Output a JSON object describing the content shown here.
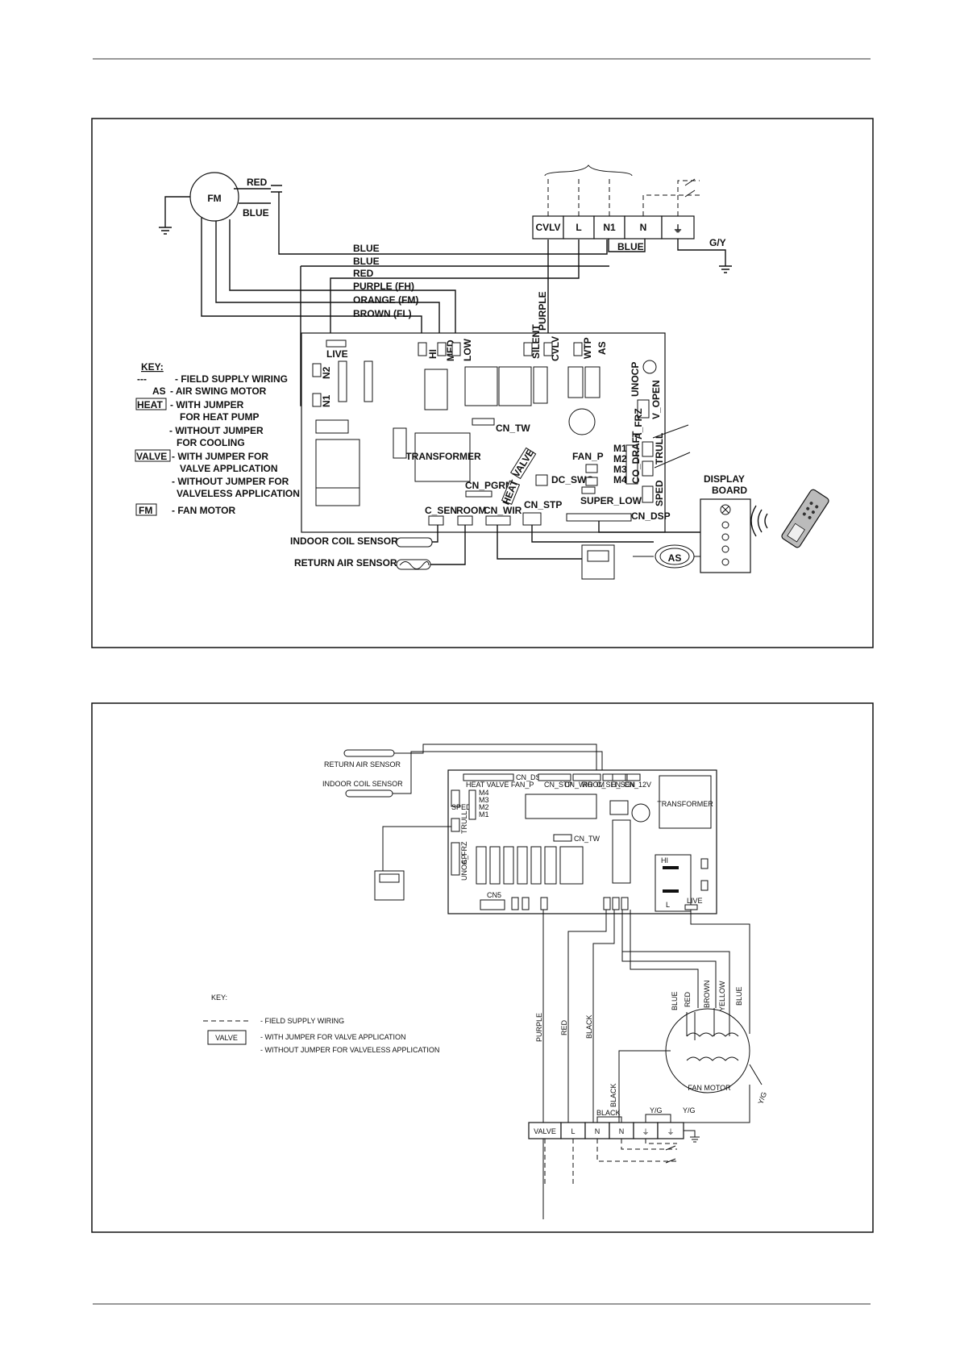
{
  "diagram1": {
    "fan_motor": "FM",
    "motor_wires": {
      "red": "RED",
      "blue": "BLUE"
    },
    "terminals": [
      "CVLV",
      "L",
      "N1",
      "N",
      "⏚"
    ],
    "terminal_bridge_label": "BLUE",
    "earth_label": "G/Y",
    "wire_labels": [
      "BLUE",
      "BLUE",
      "RED",
      "PURPLE (FH)",
      "ORANGE (FM)",
      "BROWN (FL)"
    ],
    "vertical_wire_label": "PURPLE",
    "board_labels": {
      "live": "LIVE",
      "n2": "N2",
      "n1": "N1",
      "hi": "HI",
      "med": "MED",
      "low": "LOW",
      "silent": "SILENT",
      "cvlv": "CVLV",
      "wtp": "WTP",
      "as": "AS",
      "cn_tw": "CN_TW",
      "transformer": "TRANSFORMER",
      "cn_pgrm": "CN_PGRM",
      "valve": "VALVE",
      "heat": "HEAT",
      "dc_swg": "DC_SWG",
      "fan_p": "FAN_P",
      "m1": "M1",
      "m2": "M2",
      "m3": "M3",
      "m4": "M4",
      "super_low": "SUPER_LOW",
      "c_sen": "C_SEN",
      "room": "ROOM",
      "cn_wir": "CN_WIR",
      "cn_stp": "CN_STP",
      "cn_dsp": "CN_DSP",
      "unocp": "UNOCP",
      "v_open": "V_OPEN",
      "a_frz": "A_FRZ",
      "trull": "TRULL",
      "co_draft": "CO_DRAFT",
      "sped": "SPED"
    },
    "sensors": {
      "coil": "INDOOR COIL SENSOR",
      "return": "RETURN AIR SENSOR"
    },
    "display_board": [
      "DISPLAY",
      "BOARD"
    ],
    "as_symbol": "AS",
    "key": {
      "title": "KEY:",
      "rows": [
        {
          "sym": "---",
          "text": "- FIELD SUPPLY WIRING"
        },
        {
          "sym": "AS",
          "text": "- AIR SWING MOTOR"
        },
        {
          "sym": "HEAT",
          "text": "- WITH JUMPER"
        },
        {
          "sym": "",
          "text": "FOR HEAT PUMP"
        },
        {
          "sym": "",
          "text": "- WITHOUT JUMPER"
        },
        {
          "sym": "",
          "text": "FOR COOLING"
        },
        {
          "sym": "VALVE",
          "text": "- WITH JUMPER FOR"
        },
        {
          "sym": "",
          "text": "VALVE APPLICATION"
        },
        {
          "sym": "",
          "text": "- WITHOUT JUMPER FOR"
        },
        {
          "sym": "",
          "text": "VALVELESS APPLICATION"
        },
        {
          "sym": "FM",
          "text": "- FAN MOTOR"
        }
      ]
    }
  },
  "diagram2": {
    "sensors": {
      "return": "RETURN AIR SENSOR",
      "coil": "INDOOR COIL SENSOR"
    },
    "board_labels": {
      "cn_dsp": "CN_DSP",
      "cn_stp": "CN_STP",
      "cn_wir": "CN_WIR",
      "room": "ROOM",
      "c_sen": "C_SEN",
      "h_sen": "H_SEN",
      "cn_12v": "CN_12V",
      "jumpers_row": "HEAT VALVE FAN_P",
      "sped": "SPED",
      "m4": "M4",
      "m3": "M3",
      "m2": "M2",
      "m1": "M1",
      "trull": "TRULL",
      "unocp": "UNOCP",
      "a_frz": "A_FRZ",
      "cn_tw": "CN_TW",
      "transformer": "TRANSFORMER",
      "hi": "HI",
      "l": "L",
      "live": "LIVE",
      "cn5": "CN5"
    },
    "wire_labels": [
      "PURPLE",
      "RED",
      "BLACK",
      "BLACK",
      "BLUE",
      "RED",
      "BROWN",
      "YELLOW",
      "BLUE",
      "Y/G"
    ],
    "bridge_label": "BLACK",
    "earth_labels": [
      "Y/G",
      "Y/G"
    ],
    "terminals": [
      "VALVE",
      "L",
      "N",
      "N",
      "⏚",
      "⏚"
    ],
    "fan_motor": "FAN MOTOR",
    "key": {
      "title": "KEY:",
      "rows": [
        {
          "sym": "",
          "text": "- FIELD SUPPLY WIRING"
        },
        {
          "sym": "VALVE",
          "text": "- WITH JUMPER FOR VALVE APPLICATION"
        },
        {
          "sym": "",
          "text": "- WITHOUT JUMPER FOR VALVELESS APPLICATION"
        }
      ]
    }
  }
}
